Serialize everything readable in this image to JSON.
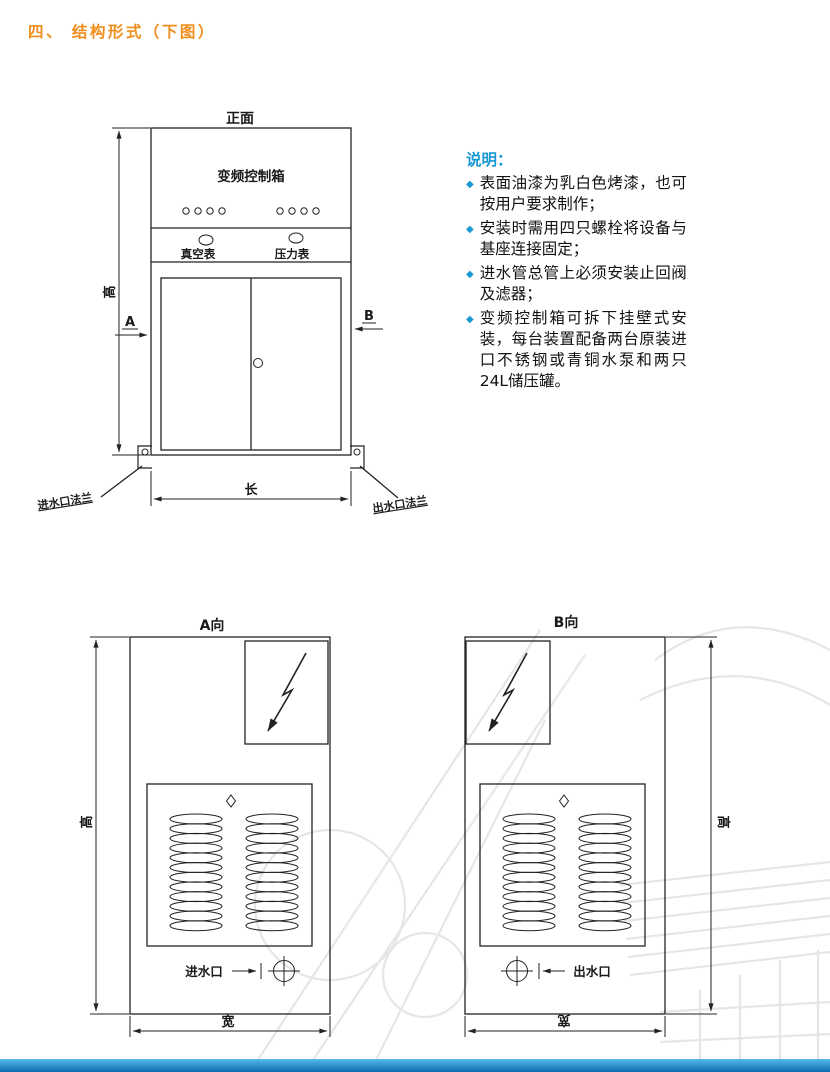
{
  "header": {
    "section_title": "四、 结构形式（下图）"
  },
  "colors": {
    "accent_orange": "#ef8e1d",
    "accent_blue": "#1899d4",
    "footer_blue": "#2196d4"
  },
  "front_view": {
    "title": "正面",
    "control_box": "变频控制箱",
    "vacuum_gauge": "真空表",
    "pressure_gauge": "压力表",
    "dim_height": "高",
    "dim_length": "长",
    "view_a_marker": "A",
    "view_b_marker": "B",
    "inlet_flange": "进水口法兰",
    "outlet_flange": "出水口法兰"
  },
  "notes": {
    "heading": "说明：",
    "bullet": "◆",
    "items": [
      "表面油漆为乳白色烤漆，也可按用户要求制作；",
      "安装时需用四只螺栓将设备与基座连接固定；",
      "进水管总管上必须安装止回阀及滤器；",
      "变频控制箱可拆下挂壁式安装，每台装置配备两台原装进口不锈钢或青铜水泵和两只24L储压罐。"
    ]
  },
  "view_a": {
    "title": "A向",
    "inlet": "进水口",
    "dim_height": "高",
    "dim_width": "宽"
  },
  "view_b": {
    "title": "B向",
    "outlet": "出水口",
    "dim_height": "高",
    "dim_width": "宽"
  }
}
